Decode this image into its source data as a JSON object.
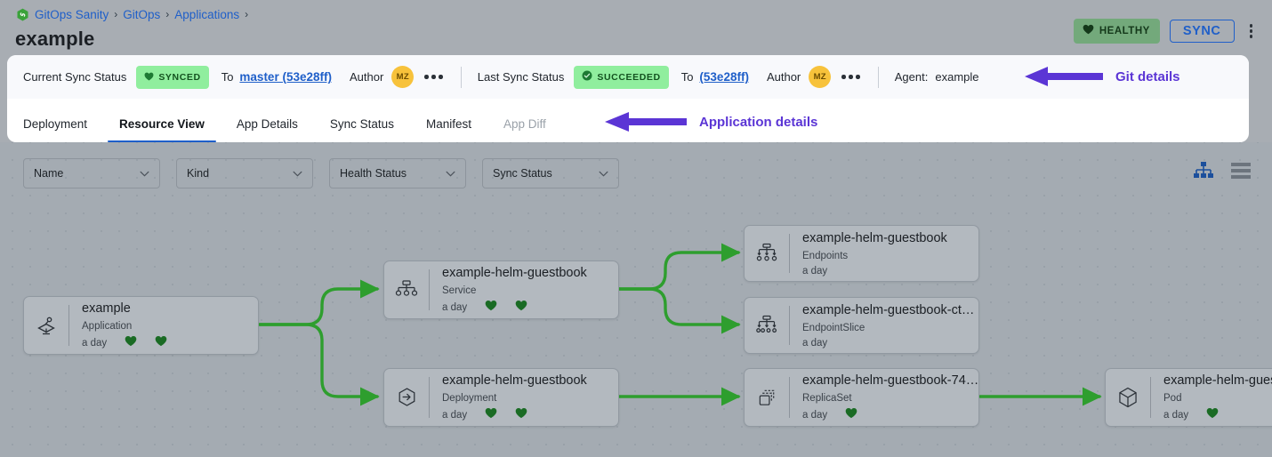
{
  "header": {
    "breadcrumb": [
      {
        "label": "GitOps Sanity",
        "icon": "gitops-hexagon-icon"
      },
      {
        "label": "GitOps"
      },
      {
        "label": "Applications"
      }
    ],
    "separator": "›",
    "title": "example",
    "health_badge": {
      "label": "HEALTHY",
      "icon": "heart-icon",
      "bg": "#73a97b",
      "fg": "#14381a"
    },
    "sync_button": {
      "label": "SYNC",
      "color": "#1f5fc9"
    },
    "kebab_menu": "more-options-icon"
  },
  "sync_bar": {
    "current_sync_status_label": "Current Sync Status",
    "current_sync_status_value": "SYNCED",
    "current_to_label": "To",
    "current_revision": "master (53e28ff)",
    "current_author_label": "Author",
    "current_author_initials": "MZ",
    "last_sync_status_label": "Last Sync Status",
    "last_sync_status_value": "SUCCEEDED",
    "last_to_label": "To",
    "last_revision": "(53e28ff)",
    "last_author_label": "Author",
    "last_author_initials": "MZ",
    "agent_label": "Agent:",
    "agent_value": "example"
  },
  "tabs": [
    {
      "label": "Deployment",
      "state": "normal"
    },
    {
      "label": "Resource View",
      "state": "active"
    },
    {
      "label": "App Details",
      "state": "normal"
    },
    {
      "label": "Sync Status",
      "state": "normal"
    },
    {
      "label": "Manifest",
      "state": "normal"
    },
    {
      "label": "App Diff",
      "state": "disabled"
    }
  ],
  "annotations": [
    {
      "text": "Git details",
      "color": "#5b35d5",
      "points_to": "agent-value"
    },
    {
      "text": "Application details",
      "color": "#5b35d5",
      "points_to": "tab-app-diff"
    }
  ],
  "filters": [
    {
      "label": "Name",
      "icon": "chevron-down-icon"
    },
    {
      "label": "Kind",
      "icon": "chevron-down-icon"
    },
    {
      "label": "Health Status",
      "icon": "chevron-down-icon"
    },
    {
      "label": "Sync Status",
      "icon": "chevron-down-icon"
    }
  ],
  "view_toggles": [
    {
      "icon": "tree-view-icon",
      "active": true,
      "color": "#1c4f9c"
    },
    {
      "icon": "list-view-icon",
      "active": false,
      "color": "#6c747d"
    }
  ],
  "graph": {
    "edge_color": "#2e9e2e",
    "nodes": [
      {
        "id": "app",
        "name": "example",
        "kind": "Application",
        "age": "a day",
        "icon": "argo-application-icon",
        "hearts": 2
      },
      {
        "id": "svc",
        "name": "example-helm-guestbook",
        "kind": "Service",
        "age": "a day",
        "icon": "service-icon",
        "hearts": 2
      },
      {
        "id": "ep",
        "name": "example-helm-guestbook",
        "kind": "Endpoints",
        "age": "a day",
        "icon": "endpoints-icon",
        "hearts": 0
      },
      {
        "id": "eps",
        "name": "example-helm-guestbook-ct…",
        "kind": "EndpointSlice",
        "age": "a day",
        "icon": "endpointslice-icon",
        "hearts": 0
      },
      {
        "id": "deploy",
        "name": "example-helm-guestbook",
        "kind": "Deployment",
        "age": "a day",
        "icon": "deployment-icon",
        "hearts": 2
      },
      {
        "id": "rs",
        "name": "example-helm-guestbook-74…",
        "kind": "ReplicaSet",
        "age": "a day",
        "icon": "replicaset-icon",
        "hearts": 1
      },
      {
        "id": "pod",
        "name": "example-helm-guest",
        "kind": "Pod",
        "age": "a day",
        "icon": "pod-cube-icon",
        "hearts": 1
      }
    ]
  }
}
